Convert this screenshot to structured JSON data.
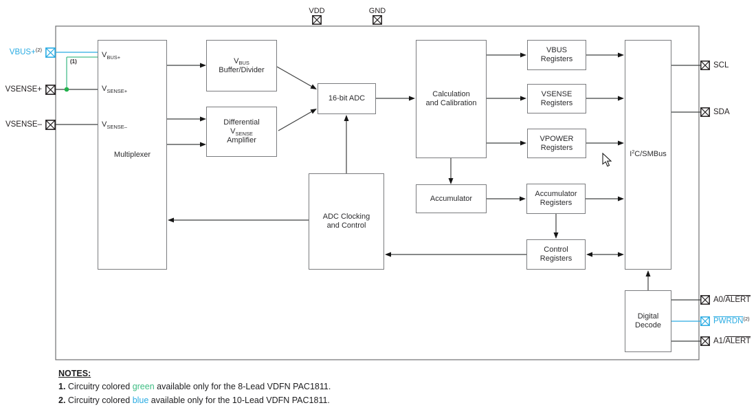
{
  "colors": {
    "blue": "#29abe2",
    "green": "#3cbc82",
    "green_dot": "#21b24c",
    "line": "#3f4040",
    "border": "#7a7b7e"
  },
  "pins_top": [
    {
      "label": "VDD"
    },
    {
      "label": "GND"
    }
  ],
  "pins_left": [
    {
      "label": "VBUS+",
      "sup": "(2)"
    },
    {
      "label": "VSENSE+"
    },
    {
      "label": "VSENSE–"
    }
  ],
  "pins_right": [
    {
      "label": "SCL"
    },
    {
      "label": "SDA"
    },
    {
      "pre": "A0/",
      "overline": "ALERT"
    },
    {
      "overline": "PWRDN",
      "sup": "(2)"
    },
    {
      "pre": "A1/",
      "overline": "ALERT"
    }
  ],
  "blocks": {
    "multiplexer": {
      "label": "Multiplexer"
    },
    "mux_inputs": [
      {
        "pre": "V",
        "sub": "BUS+"
      },
      {
        "pre": "V",
        "sub": "SENSE+"
      },
      {
        "pre": "V",
        "sub": "SENSE–"
      }
    ],
    "vbus_buffer": {
      "pre": "V",
      "sub": "BUS",
      "line2": "Buffer/Divider"
    },
    "diff_amp": {
      "line1": "Differential",
      "pre": "V",
      "sub": "SENSE",
      "line3": "Amplifier"
    },
    "adc": {
      "label": "16-bit ADC"
    },
    "calc": {
      "line1": "Calculation",
      "line2": "and Calibration"
    },
    "vbus_registers": {
      "line1": "VBUS",
      "line2": "Registers"
    },
    "vsense_registers": {
      "line1": "VSENSE",
      "line2": "Registers"
    },
    "vpower_registers": {
      "line1": "VPOWER",
      "line2": "Registers"
    },
    "adc_clocking": {
      "line1": "ADC Clocking",
      "line2": "and Control"
    },
    "accumulator": {
      "label": "Accumulator"
    },
    "accumulator_registers": {
      "line1": "Accumulator",
      "line2": "Registers"
    },
    "control_registers": {
      "line1": "Control",
      "line2": "Registers"
    },
    "i2c": {
      "pre": "I",
      "sup": "2",
      "post": "C/SMBus"
    },
    "digital_decode": {
      "line1": "Digital",
      "line2": "Decode"
    }
  },
  "annotations": {
    "green_ref": "(1)"
  },
  "notes": {
    "heading": "NOTES:",
    "items": [
      {
        "num": "1.",
        "text_before": " Circuitry colored ",
        "word": "green",
        "text_after": " available only for the 8-Lead VDFN PAC1811."
      },
      {
        "num": "2.",
        "text_before": " Circuitry colored ",
        "word": "blue",
        "text_after": " available only for the 10-Lead VDFN PAC1811."
      }
    ]
  }
}
